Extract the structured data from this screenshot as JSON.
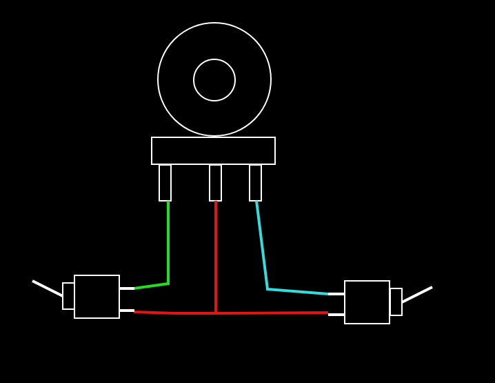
{
  "colors": {
    "background": "#000000",
    "outline": "#ffffff",
    "wire_left": "#22dd22",
    "wire_center": "#e31414",
    "wire_right": "#33dddd"
  },
  "components": {
    "knob": "potentiometer-knob",
    "body": "potentiometer-body",
    "pins": [
      "pin-left",
      "pin-center",
      "pin-right"
    ],
    "left_switch": "toggle-switch-left",
    "right_switch": "toggle-switch-right"
  }
}
